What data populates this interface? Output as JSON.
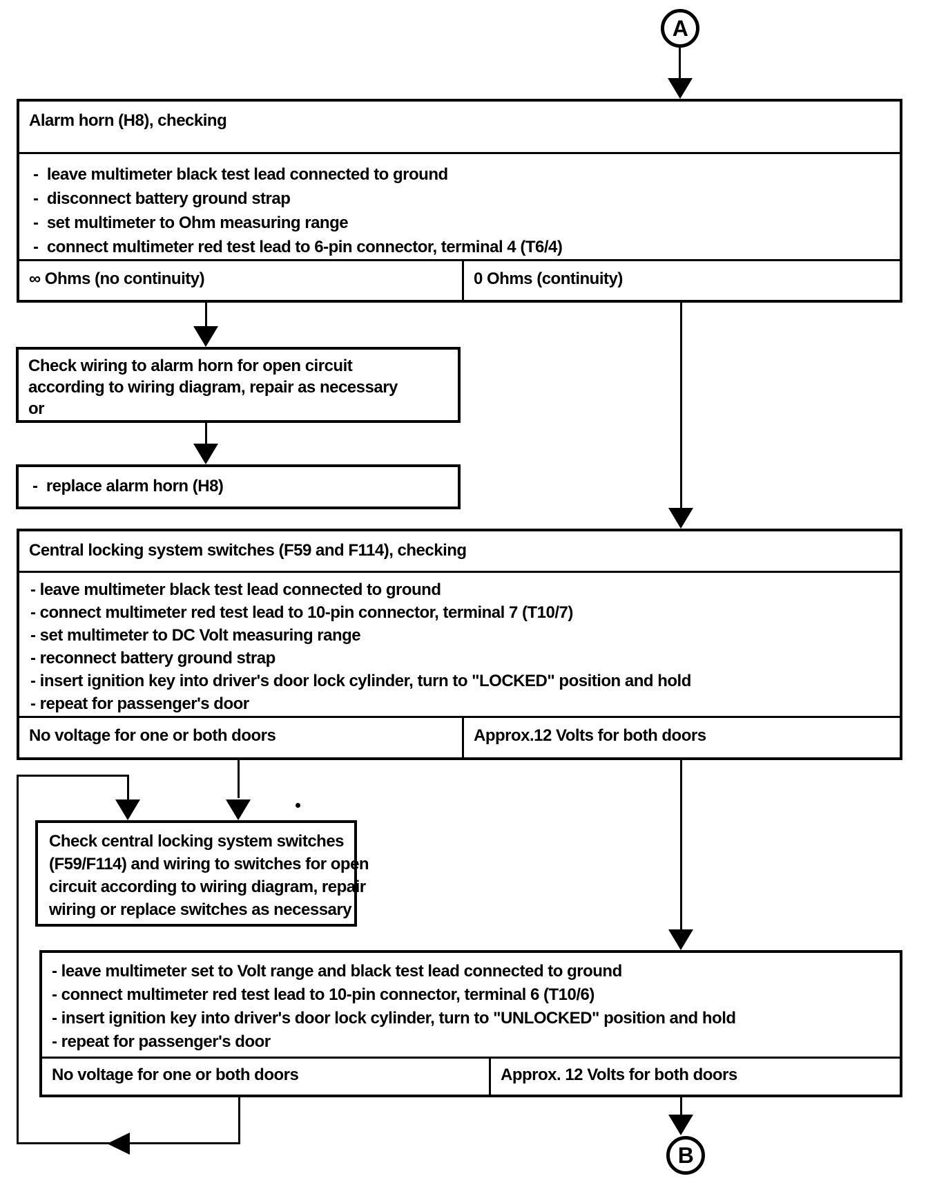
{
  "connector_top": {
    "label": "A"
  },
  "connector_bottom": {
    "label": "B"
  },
  "alarm_horn_check": {
    "title": "Alarm horn (H8), checking",
    "steps": [
      "-  leave multimeter black test lead connected to ground",
      "-  disconnect battery ground strap",
      "-  set multimeter to Ohm measuring range",
      "-  connect multimeter red test lead to 6-pin connector, terminal 4 (T6/4)"
    ],
    "result_no": "∞ Ohms (no continuity)",
    "result_yes": "0 Ohms (continuity)"
  },
  "check_wiring_action": {
    "text": "Check wiring to alarm horn for open circuit\naccording to wiring diagram, repair as necessary\nor"
  },
  "replace_action": {
    "text": "-  replace alarm horn (H8)"
  },
  "central_locking_check": {
    "title": "Central locking system switches (F59 and F114), checking",
    "steps": [
      "- leave multimeter black test lead connected to ground",
      "- connect multimeter red test lead to 10-pin connector, terminal 7 (T10/7)",
      "- set multimeter to DC Volt measuring range",
      "- reconnect battery ground strap",
      "- insert ignition key into driver's door lock cylinder, turn to \"LOCKED\" position and hold",
      "- repeat for passenger's door"
    ],
    "result_no": "No voltage for one or both doors",
    "result_yes": "Approx.12 Volts for both doors"
  },
  "check_switches_action": {
    "text": "Check central locking system switches\n(F59/F114) and wiring to switches for open\ncircuit according to wiring diagram, repair\nwiring or replace switches as necessary"
  },
  "unlock_check": {
    "steps": [
      "- leave multimeter set to Volt range and black test lead connected to ground",
      "- connect multimeter red test lead to 10-pin connector, terminal 6 (T10/6)",
      "- insert ignition key into driver's door lock cylinder, turn to \"UNLOCKED\" position and hold",
      "- repeat for passenger's door"
    ],
    "result_no": "No voltage for one or both doors",
    "result_yes": "Approx. 12 Volts for both doors"
  }
}
